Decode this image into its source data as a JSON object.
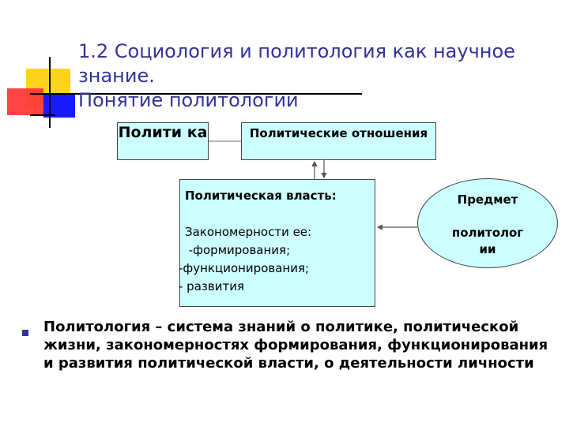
{
  "title": {
    "line1": "1.2 Социология и политология как научное",
    "line2": "знание.",
    "line3": "Понятие политологии"
  },
  "diagram": {
    "politika": "Полити ка",
    "relations": "Политические отношения",
    "power": {
      "heading": "Политическая власть:",
      "lines": [
        "Закономерности ее:",
        " -формирования;",
        "-функционирования;",
        "- развития"
      ]
    },
    "subject": {
      "line1": "Предмет",
      "line2": "политолог",
      "line3": "ии"
    }
  },
  "definition": "Политология – система знаний о политике, политической жизни, закономерностях формирования, функционирования и развития политической власти, о деятельности личности",
  "colors": {
    "title": "#333399",
    "box_fill": "#ccffff",
    "bullet": "#333399"
  }
}
